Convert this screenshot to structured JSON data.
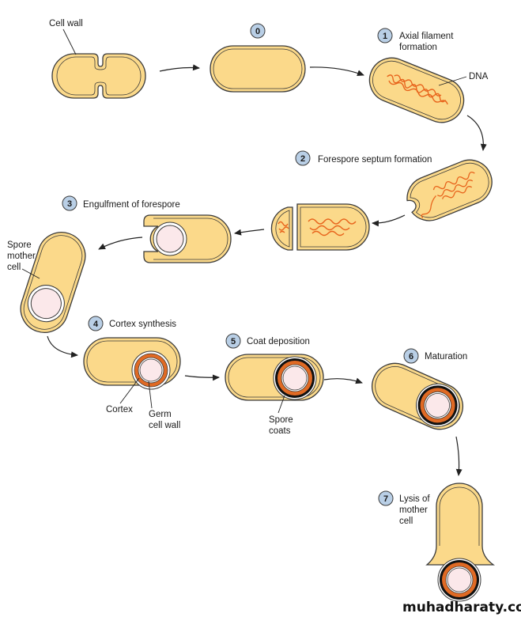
{
  "labels": {
    "cell_wall": "Cell wall",
    "axial_filament": [
      "Axial filament",
      "formation"
    ],
    "dna": "DNA",
    "forespore_septum": "Forespore septum formation",
    "engulfment": "Engulfment of forespore",
    "spore_mother_cell": [
      "Spore",
      "mother",
      "cell"
    ],
    "cortex_synthesis": "Cortex synthesis",
    "cortex": "Cortex",
    "germ_cell_wall": [
      "Germ",
      "cell wall"
    ],
    "coat_deposition": "Coat deposition",
    "spore_coats": [
      "Spore",
      "coats"
    ],
    "maturation": "Maturation",
    "lysis": [
      "Lysis of",
      "mother",
      "cell"
    ]
  },
  "steps": [
    "0",
    "1",
    "2",
    "3",
    "4",
    "5",
    "6",
    "7"
  ],
  "watermark": "muhadharaty.com",
  "colors": {
    "cell_fill": "#fbd98a",
    "cell_outline": "#3a3a3a",
    "dna": "#e8641c",
    "cortex": "#e06a24",
    "spore_core": "#fbe8ea",
    "step_badge": "#b9cfe6"
  }
}
